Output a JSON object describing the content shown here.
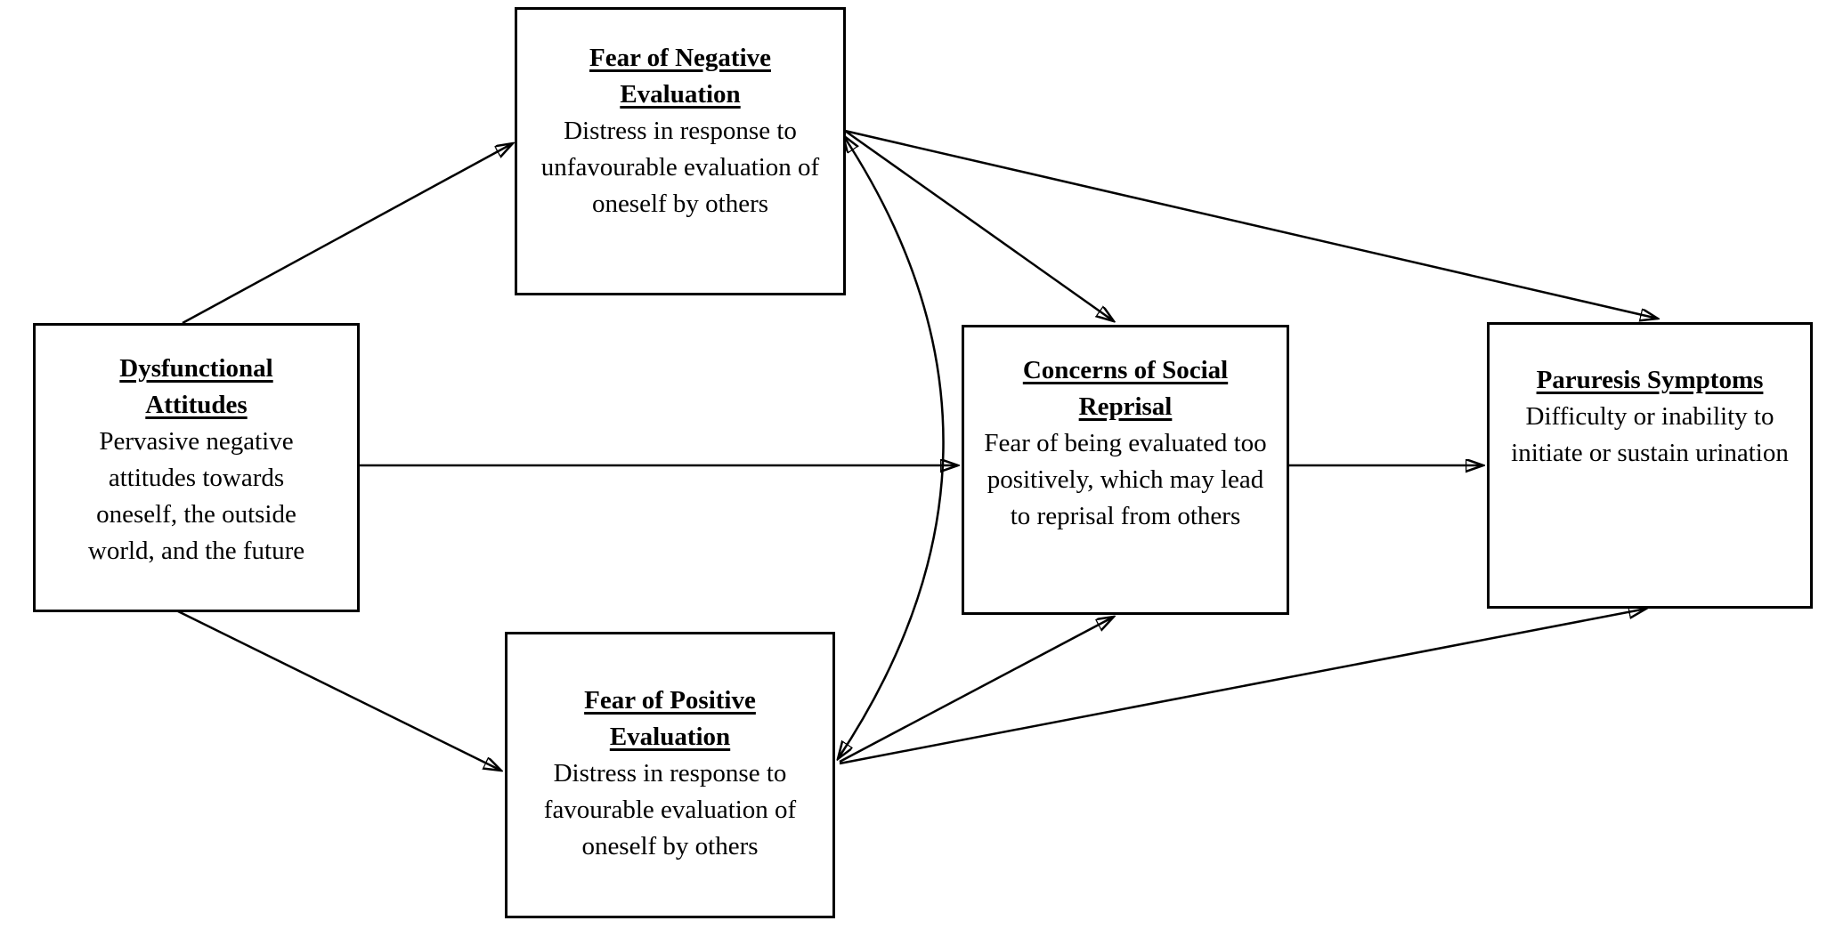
{
  "figure": {
    "background_color": "#ffffff",
    "line_color": "#000000",
    "nodes": [
      {
        "id": "dysfunctional-attitudes",
        "title": "Dysfunctional Attitudes",
        "description": "Pervasive negative attitudes towards oneself, the outside world, and the future"
      },
      {
        "id": "fear-of-negative-evaluation",
        "title": "Fear of Negative Evaluation",
        "description": "Distress in response to unfavourable evaluation of oneself by others"
      },
      {
        "id": "concerns-of-social-reprisal",
        "title": "Concerns of Social Reprisal",
        "description": "Fear of being evaluated too positively, which may lead to reprisal from others"
      },
      {
        "id": "paruresis-symptoms",
        "title": "Paruresis Symptoms",
        "description": "Difficulty or inability to initiate or sustain urination"
      },
      {
        "id": "fear-of-positive-evaluation",
        "title": "Fear of Positive Evaluation",
        "description": "Distress in response to favourable evaluation of oneself by others"
      }
    ],
    "edges": [
      {
        "from": "dysfunctional-attitudes",
        "to": "fear-of-negative-evaluation",
        "style": "straight",
        "bidirectional": false
      },
      {
        "from": "dysfunctional-attitudes",
        "to": "concerns-of-social-reprisal",
        "style": "straight",
        "bidirectional": false
      },
      {
        "from": "dysfunctional-attitudes",
        "to": "fear-of-positive-evaluation",
        "style": "straight",
        "bidirectional": false
      },
      {
        "from": "fear-of-negative-evaluation",
        "to": "concerns-of-social-reprisal",
        "style": "straight",
        "bidirectional": false
      },
      {
        "from": "fear-of-negative-evaluation",
        "to": "paruresis-symptoms",
        "style": "straight",
        "bidirectional": false
      },
      {
        "from": "fear-of-negative-evaluation",
        "to": "fear-of-positive-evaluation",
        "style": "curved",
        "bidirectional": true
      },
      {
        "from": "fear-of-positive-evaluation",
        "to": "concerns-of-social-reprisal",
        "style": "straight",
        "bidirectional": false
      },
      {
        "from": "fear-of-positive-evaluation",
        "to": "paruresis-symptoms",
        "style": "straight",
        "bidirectional": false
      },
      {
        "from": "concerns-of-social-reprisal",
        "to": "paruresis-symptoms",
        "style": "straight",
        "bidirectional": false
      }
    ]
  }
}
